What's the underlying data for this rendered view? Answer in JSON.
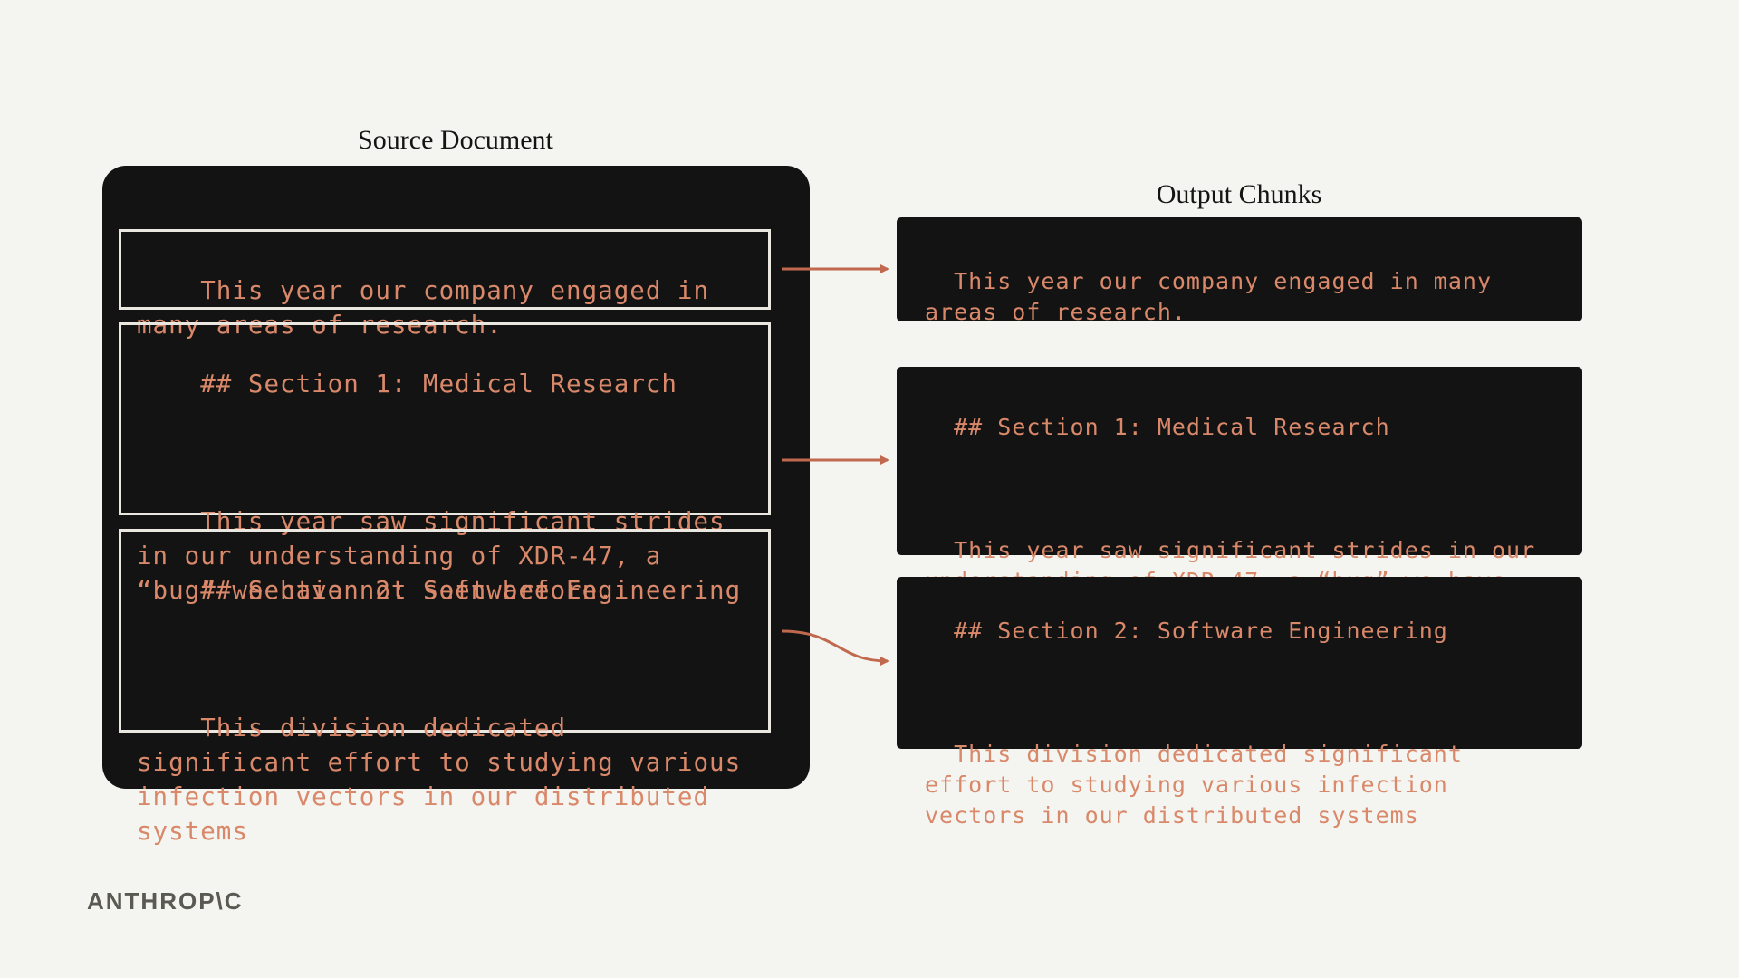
{
  "source": {
    "heading": "Source Document",
    "intro": "This year our company engaged in many areas of research.",
    "section1": {
      "heading": "## Section 1: Medical Research",
      "body": "This year saw significant strides in our understanding of XDR-47, a “bug” we have not seen before."
    },
    "section2": {
      "heading": "## Section 2: Software Engineering",
      "body": "This division dedicated significant effort to studying various infection vectors in our distributed systems"
    }
  },
  "output": {
    "heading": "Output Chunks",
    "chunks": [
      {
        "body": "This year our company engaged in many areas of research."
      },
      {
        "heading": "## Section 1: Medical Research",
        "body": "This year saw significant strides in our understanding of XDR-47, a “bug” we have not seen before."
      },
      {
        "heading": "## Section 2: Software Engineering",
        "body": "This division dedicated significant effort to studying various infection vectors in our distributed systems"
      }
    ]
  },
  "colors": {
    "background": "#f4f5f0",
    "panel": "#131313",
    "text_accent": "#d9886a",
    "arrow": "#c0694e",
    "box_border": "#e9e7df"
  },
  "logo": {
    "text": "ANTHROP\\C"
  }
}
